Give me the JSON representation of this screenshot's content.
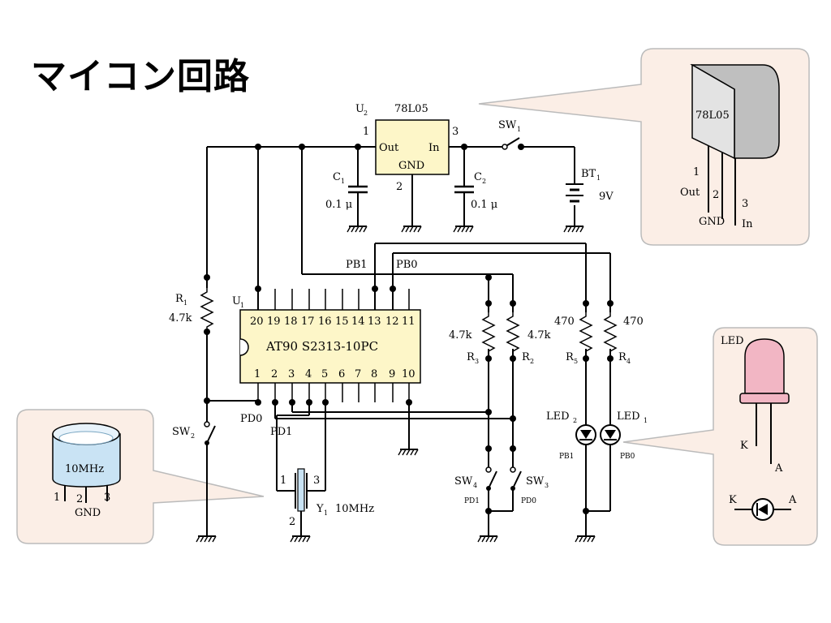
{
  "title": "マイコン回路",
  "colors": {
    "component_fill": "#fdf6c8",
    "callout_fill": "#fbeee6",
    "callout_border": "#bbbbbb",
    "led_pink": "#f2b6c4",
    "crystal_blue": "#c9e3f4",
    "wire": "#000000"
  },
  "regulator": {
    "ref": "U",
    "ref_sub": "2",
    "part": "78L05",
    "pin_out": "Out",
    "pin_in": "In",
    "pin_gnd": "GND",
    "pin1": "1",
    "pin2": "2",
    "pin3": "3"
  },
  "c1": {
    "ref": "C",
    "sub": "1",
    "value": "0.1 μ"
  },
  "c2": {
    "ref": "C",
    "sub": "2",
    "value": "0.1 μ"
  },
  "sw1": {
    "ref": "SW",
    "sub": "1"
  },
  "bt1": {
    "ref": "BT",
    "sub": "1",
    "value": "9V"
  },
  "mcu": {
    "ref": "U",
    "ref_sub": "1",
    "part": "AT90 S2313-10PC",
    "top_pins": [
      "20",
      "19",
      "18",
      "17",
      "16",
      "15",
      "14",
      "13",
      "12",
      "11"
    ],
    "bottom_pins": [
      "1",
      "2",
      "3",
      "4",
      "5",
      "6",
      "7",
      "8",
      "9",
      "10"
    ]
  },
  "r1": {
    "ref": "R",
    "sub": "1",
    "value": "4.7k"
  },
  "r2": {
    "ref": "R",
    "sub": "2",
    "value": "4.7k"
  },
  "r3": {
    "ref": "R",
    "sub": "3",
    "value": "4.7k"
  },
  "r4": {
    "ref": "R",
    "sub": "4",
    "value": "470"
  },
  "r5": {
    "ref": "R",
    "sub": "5",
    "value": "470"
  },
  "nets": {
    "pb1": "PB1",
    "pb0": "PB0",
    "pd0": "PD0",
    "pd1": "PD1"
  },
  "sw2": {
    "ref": "SW",
    "sub": "2"
  },
  "sw3": {
    "ref": "SW",
    "sub": "3",
    "net": "PD0"
  },
  "sw4": {
    "ref": "SW",
    "sub": "4",
    "net": "PD1"
  },
  "led1": {
    "ref": "LED",
    "sub": "1",
    "net": "PB0"
  },
  "led2": {
    "ref": "LED",
    "sub": "2",
    "net": "PB1"
  },
  "y1": {
    "ref": "Y",
    "sub": "1",
    "value": "10MHz",
    "pin1": "1",
    "pin2": "2",
    "pin3": "3"
  },
  "callout_regulator": {
    "part": "78L05",
    "n1": "1",
    "out": "Out",
    "n2": "2",
    "gnd": "GND",
    "n3": "3",
    "in": "In"
  },
  "callout_crystal": {
    "label": "10MHz",
    "n1": "1",
    "n2": "2",
    "n3": "3",
    "gnd": "GND"
  },
  "callout_led": {
    "title": "LED",
    "k": "K",
    "a": "A",
    "k2": "K",
    "a2": "A"
  }
}
